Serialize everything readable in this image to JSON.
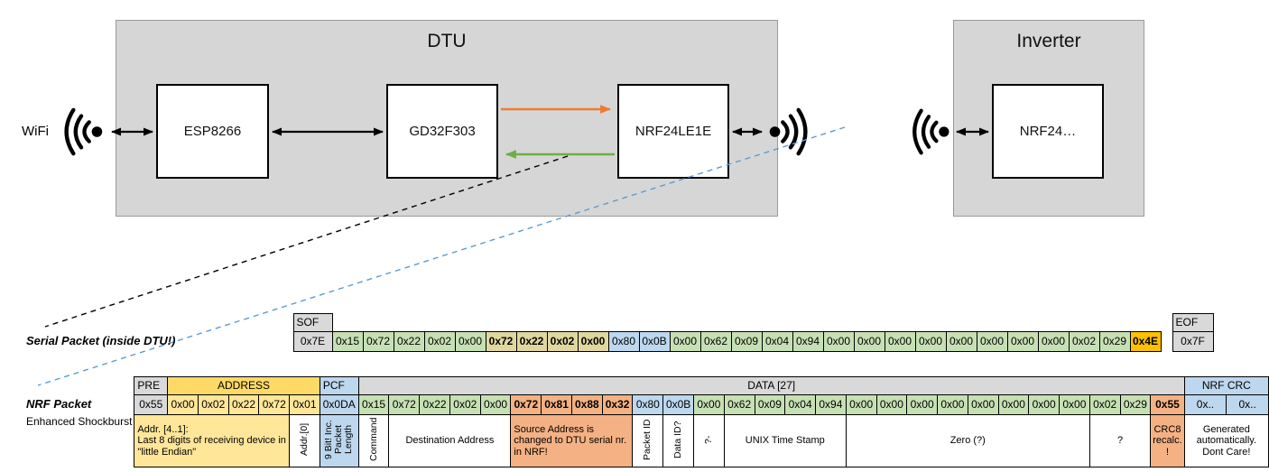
{
  "diagram": {
    "wifi_label": "WiFi",
    "dtu": {
      "title": "DTU",
      "chips": {
        "esp": "ESP8266",
        "gd": "GD32F303",
        "nrf": "NRF24LE1E"
      }
    },
    "inverter": {
      "title": "Inverter",
      "chip": "NRF24…"
    },
    "colors": {
      "orange_arrow": "#ED7D31",
      "green_arrow": "#70AD47",
      "blue_dash": "#5B9BD5"
    }
  },
  "serial_packet": {
    "cols": [
      300,
      43,
      34,
      34,
      34,
      34,
      34,
      34,
      34,
      34,
      34,
      34,
      34,
      34,
      34,
      34,
      34,
      34,
      34,
      34,
      34,
      34,
      34,
      34,
      34,
      34,
      34,
      34,
      34,
      13,
      45
    ],
    "header_row": [
      {
        "v": "",
        "ghost": true
      },
      {
        "v": "SOF",
        "c": "gray",
        "left": true,
        "n": "serial-sof-header"
      },
      {
        "v": "",
        "ghost": true,
        "span": 27
      },
      {
        "v": "",
        "ghost": true
      },
      {
        "v": "EOF",
        "c": "gray",
        "left": true,
        "n": "serial-eof-header"
      }
    ],
    "byte_row": [
      {
        "v": "Serial Packet (inside DTU!)",
        "ghost": true,
        "label": true,
        "n": "serial-packet-label"
      },
      {
        "v": "0x7E",
        "c": "gray",
        "n": "serial-sof-byte"
      },
      {
        "v": "0x15",
        "c": "green"
      },
      {
        "v": "0x72",
        "c": "green"
      },
      {
        "v": "0x22",
        "c": "green"
      },
      {
        "v": "0x02",
        "c": "green"
      },
      {
        "v": "0x00",
        "c": "green"
      },
      {
        "v": "0x72",
        "c": "tan",
        "b": true
      },
      {
        "v": "0x22",
        "c": "tan",
        "b": true
      },
      {
        "v": "0x02",
        "c": "tan",
        "b": true
      },
      {
        "v": "0x00",
        "c": "tan",
        "b": true
      },
      {
        "v": "0x80",
        "c": "blue"
      },
      {
        "v": "0x0B",
        "c": "blue"
      },
      {
        "v": "0x00",
        "c": "green"
      },
      {
        "v": "0x62",
        "c": "green"
      },
      {
        "v": "0x09",
        "c": "green"
      },
      {
        "v": "0x04",
        "c": "green"
      },
      {
        "v": "0x94",
        "c": "green"
      },
      {
        "v": "0x00",
        "c": "green"
      },
      {
        "v": "0x00",
        "c": "green"
      },
      {
        "v": "0x00",
        "c": "green"
      },
      {
        "v": "0x00",
        "c": "green"
      },
      {
        "v": "0x00",
        "c": "green"
      },
      {
        "v": "0x00",
        "c": "green"
      },
      {
        "v": "0x00",
        "c": "green"
      },
      {
        "v": "0x00",
        "c": "green"
      },
      {
        "v": "0x02",
        "c": "green"
      },
      {
        "v": "0x29",
        "c": "green"
      },
      {
        "v": "0x4E",
        "c": "gold",
        "b": true,
        "n": "serial-crc-byte"
      },
      {
        "v": "",
        "ghost": true
      },
      {
        "v": "0x7F",
        "c": "gray",
        "n": "serial-eof-byte"
      }
    ]
  },
  "nrf_packet": {
    "cols": [
      93,
      37,
      34,
      34,
      34,
      34,
      34,
      43,
      34,
      34,
      34,
      34,
      34,
      34,
      34,
      34,
      34,
      34,
      34,
      34,
      34,
      34,
      34,
      34,
      34,
      34,
      34,
      34,
      34,
      34,
      34,
      34,
      34,
      34,
      34,
      47,
      47
    ],
    "header_row": [
      {
        "v": "",
        "ghost": true
      },
      {
        "v": "PRE",
        "c": "gray",
        "left": true,
        "n": "nrf-pre-header"
      },
      {
        "v": "ADDRESS",
        "c": "yellowhdr",
        "span": 5,
        "n": "nrf-address-header"
      },
      {
        "v": "PCF",
        "c": "blue",
        "left": true,
        "n": "nrf-pcf-header"
      },
      {
        "v": "DATA [27]",
        "c": "gray",
        "span": 27,
        "n": "nrf-data-header"
      },
      {
        "v": "NRF CRC",
        "c": "blue",
        "span": 2,
        "n": "nrf-crc-header"
      }
    ],
    "byte_row": [
      {
        "v": "NRF Packet",
        "ghost": true,
        "label": true,
        "n": "nrf-packet-label"
      },
      {
        "v": "0x55",
        "c": "gray",
        "n": "nrf-pre-byte"
      },
      {
        "v": "0x00",
        "c": "yellow"
      },
      {
        "v": "0x02",
        "c": "yellow"
      },
      {
        "v": "0x22",
        "c": "yellow"
      },
      {
        "v": "0x72",
        "c": "yellow"
      },
      {
        "v": "0x01",
        "c": "yellow"
      },
      {
        "v": "0x0DA",
        "c": "blue",
        "n": "nrf-pcf-byte"
      },
      {
        "v": "0x15",
        "c": "green"
      },
      {
        "v": "0x72",
        "c": "green"
      },
      {
        "v": "0x22",
        "c": "green"
      },
      {
        "v": "0x02",
        "c": "green"
      },
      {
        "v": "0x00",
        "c": "green"
      },
      {
        "v": "0x72",
        "c": "salmon",
        "b": true
      },
      {
        "v": "0x81",
        "c": "salmon",
        "b": true
      },
      {
        "v": "0x88",
        "c": "salmon",
        "b": true
      },
      {
        "v": "0x32",
        "c": "salmon",
        "b": true
      },
      {
        "v": "0x80",
        "c": "blue"
      },
      {
        "v": "0x0B",
        "c": "blue"
      },
      {
        "v": "0x00",
        "c": "green"
      },
      {
        "v": "0x62",
        "c": "green"
      },
      {
        "v": "0x09",
        "c": "green"
      },
      {
        "v": "0x04",
        "c": "green"
      },
      {
        "v": "0x94",
        "c": "green"
      },
      {
        "v": "0x00",
        "c": "green"
      },
      {
        "v": "0x00",
        "c": "green"
      },
      {
        "v": "0x00",
        "c": "green"
      },
      {
        "v": "0x00",
        "c": "green"
      },
      {
        "v": "0x00",
        "c": "green"
      },
      {
        "v": "0x00",
        "c": "green"
      },
      {
        "v": "0x00",
        "c": "green"
      },
      {
        "v": "0x00",
        "c": "green"
      },
      {
        "v": "0x02",
        "c": "green"
      },
      {
        "v": "0x29",
        "c": "green"
      },
      {
        "v": "0x55",
        "c": "salmon",
        "b": true,
        "n": "nrf-crc8-byte"
      },
      {
        "v": "0x..",
        "c": "blue",
        "n": "nrf-crc-byte"
      },
      {
        "v": "0x..",
        "c": "blue",
        "n": "nrf-crc-byte"
      }
    ],
    "annotation_row": [
      {
        "v": "Enhanced Shockburst",
        "ghost": true,
        "c": "sublabel",
        "n": "enhanced-shockburst-label"
      },
      {
        "v": "Addr. [4..1]:\nLast 8 digits of receiving device in \"little Endian\"",
        "c": "yellow",
        "span": 5,
        "left": true,
        "n": "annotation-address"
      },
      {
        "v": "Addr.[0]",
        "rot": true,
        "n": "annotation-addr0"
      },
      {
        "v": "9 Bit! Inc. Packet Length",
        "c": "blue",
        "rot": true,
        "n": "annotation-pcf"
      },
      {
        "v": "Command",
        "rot": true,
        "n": "annotation-command"
      },
      {
        "v": "Destination Address",
        "span": 4,
        "n": "annotation-destination"
      },
      {
        "v": "Source Address is changed to DTU serial nr. in NRF!",
        "c": "salmon",
        "span": 4,
        "left": true,
        "n": "annotation-source"
      },
      {
        "v": "Packet ID",
        "rot": true,
        "n": "annotation-packet-id"
      },
      {
        "v": "Data ID?",
        "rot": true,
        "n": "annotation-data-id"
      },
      {
        "v": "?-",
        "rot": true,
        "n": "annotation-unknown"
      },
      {
        "v": "UNIX Time Stamp",
        "span": 4,
        "n": "annotation-unix-timestamp"
      },
      {
        "v": "Zero (?)",
        "span": 8,
        "n": "annotation-zero"
      },
      {
        "v": "?",
        "span": 2,
        "n": "annotation-question"
      },
      {
        "v": "CRC8\nrecalc.\n!",
        "c": "salmon",
        "n": "annotation-crc8"
      },
      {
        "v": "Generated automatically. Dont Care!",
        "span": 2,
        "n": "annotation-generated"
      }
    ]
  }
}
